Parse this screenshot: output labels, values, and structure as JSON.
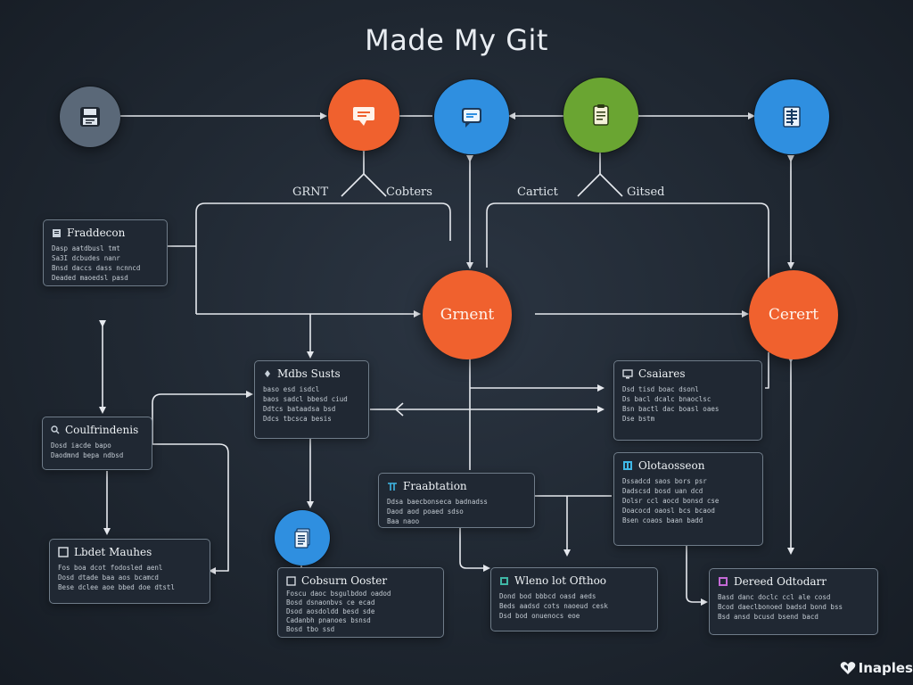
{
  "title": "Made My Git",
  "colors": {
    "orange": "#f0612e",
    "blue": "#2f8fe0",
    "green": "#6aa532",
    "slate": "#5a6878",
    "line": "#e6e9ee"
  },
  "nodes": [
    {
      "id": "n-slate",
      "color": "slate",
      "icon": "floppy-disk-icon"
    },
    {
      "id": "n-orange",
      "color": "orange",
      "icon": "chat-bubble-icon"
    },
    {
      "id": "n-cyan",
      "color": "blue",
      "icon": "message-icon"
    },
    {
      "id": "n-green",
      "color": "green",
      "icon": "clipboard-icon"
    },
    {
      "id": "n-blue",
      "color": "blue",
      "icon": "ledger-icon"
    },
    {
      "id": "n-bottom",
      "color": "blue",
      "icon": "document-stack-icon"
    }
  ],
  "hubs": {
    "left": "Grnent",
    "right": "Cerert"
  },
  "labels": {
    "l1": "GRNT",
    "l2": "Cobters",
    "l3": "Cartict",
    "l4": "Gitsed"
  },
  "cards": {
    "c1": {
      "title": "Fraddecon",
      "lines": [
        "Dasp aatdbusl tmt",
        "Sa3I dcbudes nanr",
        "Bnsd daccs dass ncnncd",
        "Deaded maoedsl pasd"
      ]
    },
    "c2": {
      "title": "Coulfrindenis",
      "lines": [
        "Dosd iacde bapo",
        "Daodmnd  bepa ndbsd"
      ]
    },
    "c3": {
      "title": "Lbdet Mauhes",
      "lines": [
        "Fos  boa dcot  fodosled  aenl",
        "Dosd  dtade baa aos  bcamcd",
        "Bese  dclee  aoe  bbed  doe dtstl"
      ]
    },
    "c4": {
      "title": "Mdbs Susts",
      "lines": [
        "baso  esd  isdcl",
        "baos  sadcl  bbesd  ciud",
        "Ddtcs  bataadsa  bsd",
        "Ddcs  tbcsca  besis"
      ]
    },
    "c5": {
      "title": "Fraabtation",
      "lines": [
        "Ddsa  baecbonseca  badnadss",
        "Daod  aod  poaed  sdso",
        "Baa  naoo"
      ]
    },
    "c6": {
      "title": "Cobsurn Ooster",
      "lines": [
        "Foscu  daoc  bsgulbdod  oadod",
        "Bosd  dsnaonbvs  ce  ecad",
        "Dsod  aosdoldd  besd  sde",
        "Cadanbh  pnanoes  bsnsd",
        "Bosd  tbo  ssd"
      ]
    },
    "c7": {
      "title": "Wleno lot Ofthoo",
      "lines": [
        "Dond  bod  bbbcd  oasd  aeds",
        "Beds  aadsd  cots  naoeud  cesk",
        "Dsd  bod  onuenocs  eoe"
      ]
    },
    "c8": {
      "title": "Csaiares",
      "lines": [
        "Dsd  tisd  boac  dsonl",
        "Ds   bacl  dcalc  bnaoclsc",
        "Bsn  bactl  dac  boasl  oaes",
        "Dse  bstm"
      ]
    },
    "c9": {
      "title": "Olotaosseon",
      "lines": [
        "Dssadcd  saos  bors  psr",
        "Dadscsd  bosd  uan  dcd",
        "Dolsr  ccl  aocd  bonsd  cse",
        "Doacocd  oaosl  bcs  bcaod",
        "Bsen  coaos  baan  badd"
      ]
    },
    "c10": {
      "title": "Dereed Odtodarr",
      "lines": [
        "Basd  danc  doclc  ccl  ale  cosd",
        "Bcod  daeclbonoed  badsd  bond  bss",
        "Bsd  ansd  bcusd  bsend  bacd"
      ]
    }
  },
  "logo": "Inaples"
}
